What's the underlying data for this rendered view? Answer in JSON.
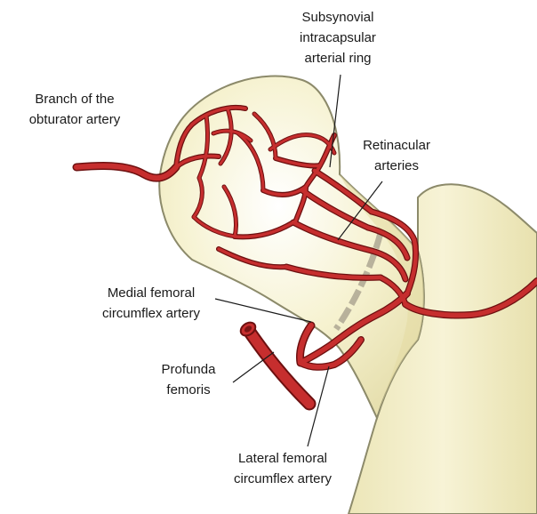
{
  "labels": {
    "ring": [
      "Subsynovial",
      "intracapsular",
      "arterial ring"
    ],
    "obturator": [
      "Branch of the",
      "obturator artery"
    ],
    "retinacular": [
      "Retinacular",
      "arteries"
    ],
    "medial": [
      "Medial femoral",
      "circumflex artery"
    ],
    "profunda": [
      "Profunda",
      "femoris"
    ],
    "lateral": [
      "Lateral femoral",
      "circumflex artery"
    ]
  },
  "colors": {
    "bone_fill": "#f3efc6",
    "bone_stroke": "#8c8a6a",
    "artery": "#c62e2e",
    "artery_outline": "#6d1010",
    "capsule_band": "#a9a18e"
  }
}
